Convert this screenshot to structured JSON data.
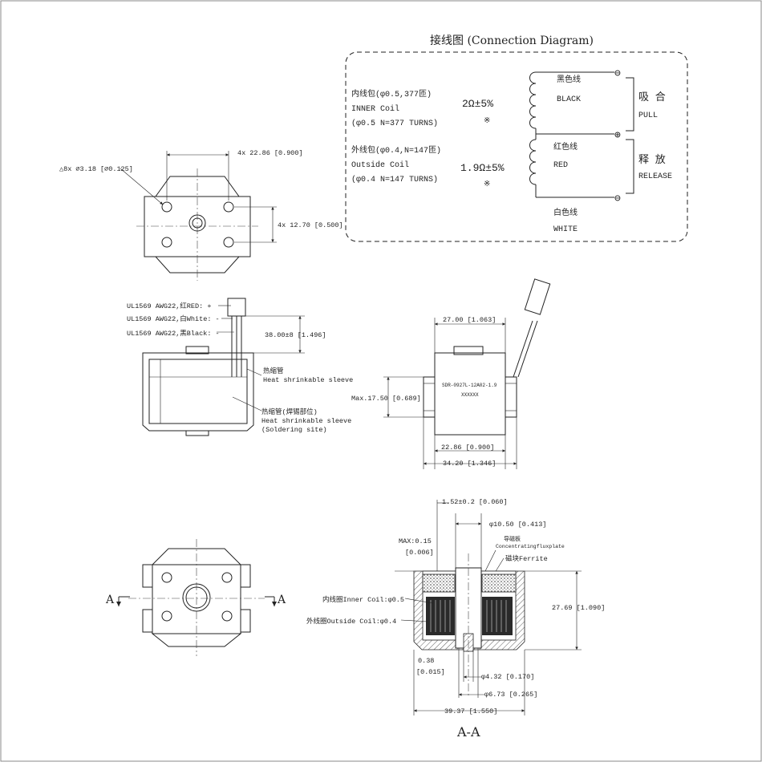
{
  "connection": {
    "title": "接线图 (Connection Diagram)",
    "inner": {
      "cn": "内线包(φ0.5,377匝)",
      "en": "INNER Coil",
      "spec": "(φ0.5 N=377 TURNS)",
      "resistance": "2Ω±5%",
      "note": "※"
    },
    "outer": {
      "cn": "外线包(φ0.4,N=147匝)",
      "en": "Outside Coil",
      "spec": "(φ0.4 N=147 TURNS)",
      "resistance": "1.9Ω±5%",
      "note": "※"
    },
    "wires": {
      "black_cn": "黑色线",
      "black_en": "BLACK",
      "red_cn": "红色线",
      "red_en": "RED",
      "white_cn": "白色线",
      "white_en": "WHITE"
    },
    "terminals": {
      "minus": "⊖",
      "plus": "⊕"
    },
    "pull_cn": "吸 合",
    "pull_en": "PULL",
    "release_cn": "释 放",
    "release_en": "RELEASE"
  },
  "top_view": {
    "hole_note": "△8x ⌀3.18 [⌀0.125]",
    "dim_x": "4x 22.86 [0.900]",
    "dim_y": "4x 12.70 [0.500]"
  },
  "side_view": {
    "wire_red": "UL1569 AWG22,红RED: +",
    "wire_white": "UL1569 AWG22,白White: -",
    "wire_black": "UL1569 AWG22,黑Black: -",
    "lead_len": "38.00±8 [1.496]",
    "sleeve_cn": "热缩管",
    "sleeve_en": "Heat shrinkable sleeve",
    "sleeve2_cn": "热缩管(焊锡部位)",
    "sleeve2_en": "Heat shrinkable sleeve",
    "sleeve2_note": "(Soldering site)"
  },
  "front_view": {
    "dim_top": "27.00 [1.063]",
    "dim_height": "Max.17.50 [0.689]",
    "label": "SDR-0927L-12A02-1.9",
    "label2": "XXXXXX",
    "dim_inner": "22.86 [0.900]",
    "dim_total": "34.20 [1.346]"
  },
  "bottom_view": {
    "section_left": "A",
    "section_right": "A"
  },
  "section": {
    "dim_gap": "1.52±0.2 [0.060]",
    "dim_shaft": "φ10.50 [0.413]",
    "max_note": "MAX:0.15",
    "max_note2": "[0.006]",
    "flux_cn": "导磁板",
    "flux_en": "Concentratingfluxplate",
    "ferrite": "磁块Ferrite",
    "inner_coil": "内线圈Inner Coil:φ0.5",
    "outer_coil": "外线圈Outside Coil:φ0.4",
    "dim_height": "27.69 [1.090]",
    "dim_wall": "0.38",
    "dim_wall2": "[0.015]",
    "dim_hole": "φ4.32 [0.170]",
    "dim_bore": "φ6.73 [0.265]",
    "dim_width": "39.37 [1.550]",
    "title": "A-A"
  }
}
